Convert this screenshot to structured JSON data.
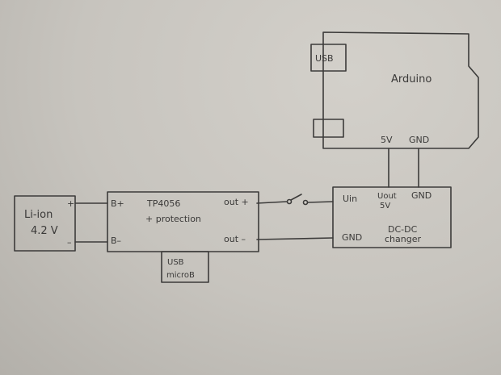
{
  "battery": {
    "line1": "Li-ion",
    "line2": "4.2 V",
    "plus": "+",
    "minus": "–"
  },
  "charger": {
    "title": "TP4056",
    "subtitle": "+ protection",
    "b_plus": "B+",
    "b_minus": "B–",
    "out_plus": "out +",
    "out_minus": "out –"
  },
  "usb_micro": {
    "line1": "USB",
    "line2": "microB"
  },
  "dcdc": {
    "uin": "Uin",
    "uout": "Uout",
    "uout_v": "5V",
    "gnd_top": "GND",
    "gnd_left": "GND",
    "name1": "DC-DC",
    "name2": "changer"
  },
  "arduino": {
    "name": "Arduino",
    "usb": "USB",
    "pin_5v": "5V",
    "pin_gnd": "GND"
  }
}
